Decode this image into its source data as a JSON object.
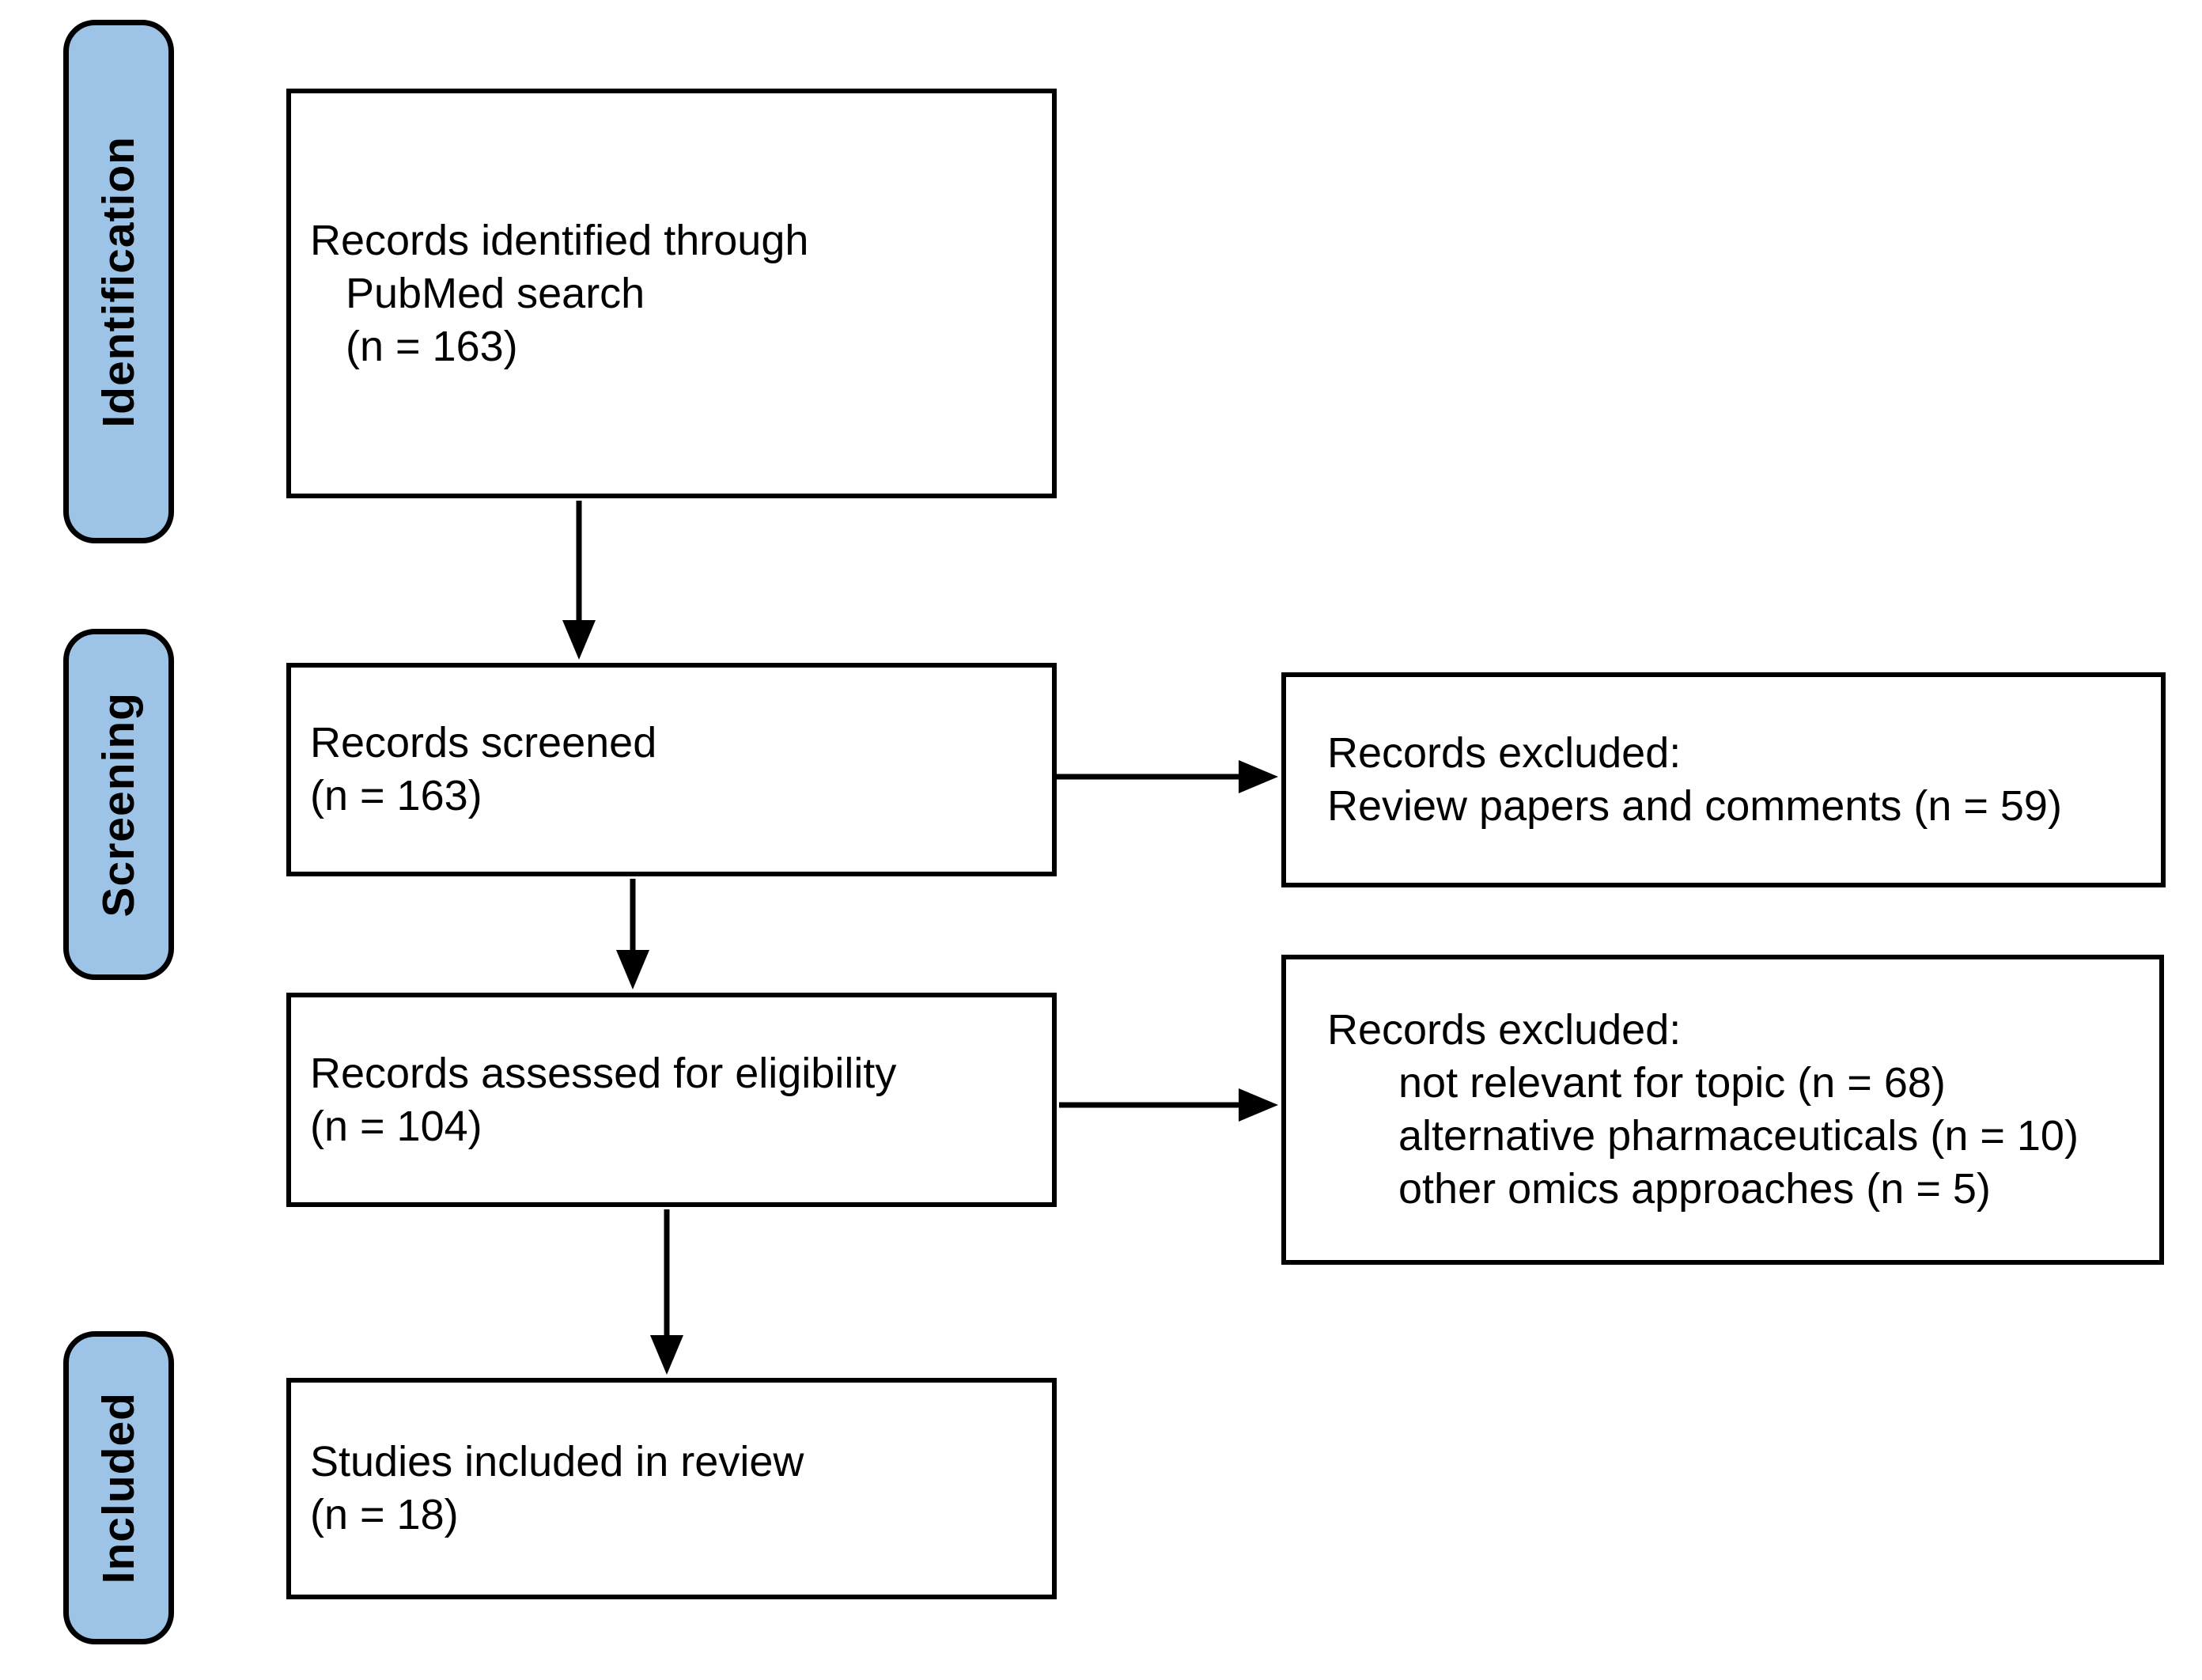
{
  "diagram": {
    "type": "prisma-flow",
    "colors": {
      "stage_fill": "#9DC3E6",
      "border": "#000000",
      "background": "#FFFFFF"
    },
    "stages": [
      {
        "label": "Identification"
      },
      {
        "label": "Screening"
      },
      {
        "label": "Included"
      }
    ],
    "flow_boxes": [
      {
        "id": "identified",
        "line1": "Records identified through",
        "line2": "PubMed search",
        "line3": "(n = 163)"
      },
      {
        "id": "screened",
        "line1": "Records screened",
        "line2": "(n = 163)"
      },
      {
        "id": "assessed",
        "line1": "Records assessed for eligibility",
        "line2": "(n = 104)"
      },
      {
        "id": "included",
        "line1": "Studies included in review",
        "line2": "(n = 18)"
      }
    ],
    "excluded_boxes": [
      {
        "id": "excluded-screening",
        "title": "Records excluded:",
        "reasons": [
          "Review papers and comments (n = 59)"
        ]
      },
      {
        "id": "excluded-eligibility",
        "title": "Records excluded:",
        "reasons": [
          "not relevant for topic (n = 68)",
          "alternative pharmaceuticals (n = 10)",
          "other omics approaches (n = 5)"
        ]
      }
    ]
  }
}
